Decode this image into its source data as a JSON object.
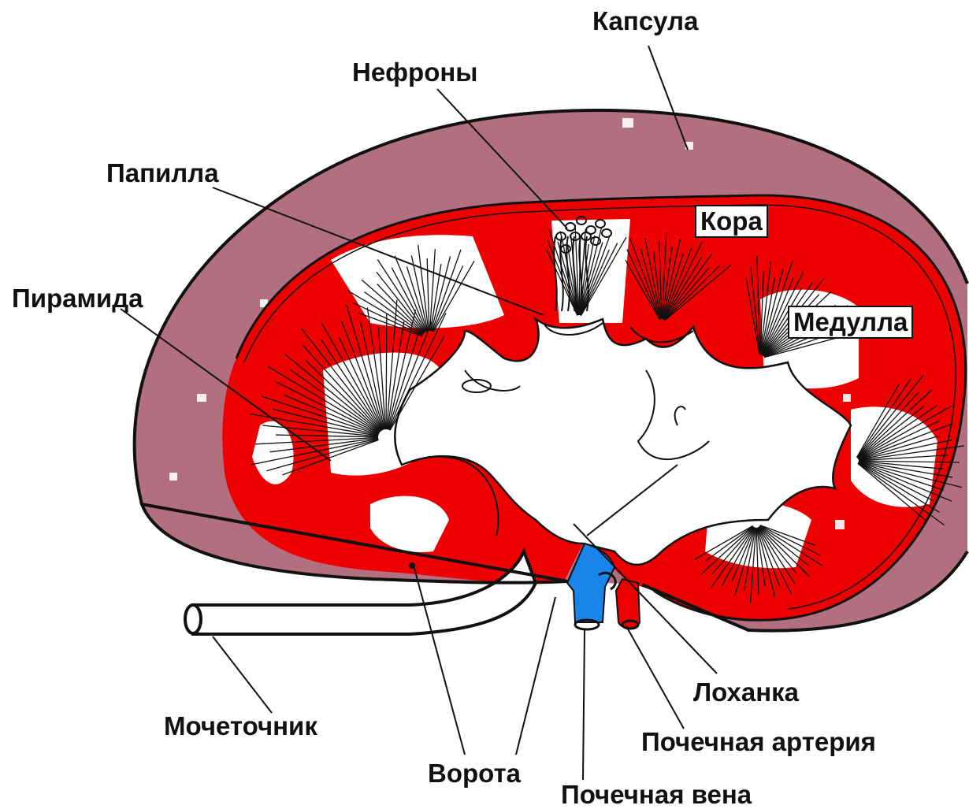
{
  "labels": {
    "capsule": "Капсула",
    "nephrons": "Нефроны",
    "papilla": "Папилла",
    "cortex": "Кора",
    "pyramid": "Пирамида",
    "medulla": "Медулла",
    "ureter": "Мочеточник",
    "hilum": "Ворота",
    "pelvis": "Лоханка",
    "renal_artery": "Почечная артерия",
    "renal_vein": "Почечная вена"
  },
  "colors": {
    "capsule_fill": "#b26f80",
    "cortex_fill": "#ee0000",
    "vein_fill": "#1a85e8",
    "artery_fill": "#ee0000",
    "outline": "#111111"
  }
}
